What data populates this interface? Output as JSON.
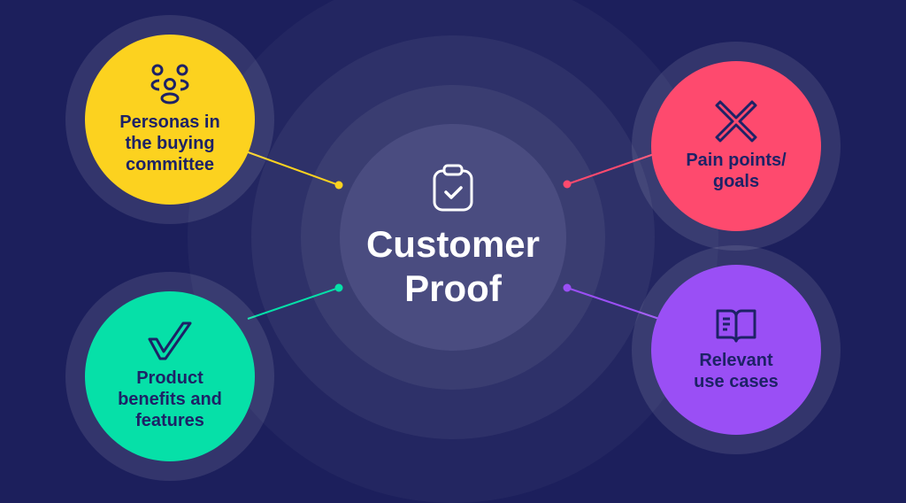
{
  "center": {
    "title_line1": "Customer",
    "title_line2": "Proof",
    "icon": "clipboard-check-icon"
  },
  "nodes": [
    {
      "id": "personas",
      "lines": [
        "Personas in",
        "the buying",
        "committee"
      ],
      "color": "#fcd21f",
      "icon": "people-group-icon"
    },
    {
      "id": "pain-points",
      "lines": [
        "Pain points/",
        "goals"
      ],
      "color": "#fe4a6e",
      "icon": "x-icon"
    },
    {
      "id": "product-benefits",
      "lines": [
        "Product",
        "benefits and",
        "features"
      ],
      "color": "#06e0a8",
      "icon": "checkmark-icon"
    },
    {
      "id": "use-cases",
      "lines": [
        "Relevant",
        "use cases"
      ],
      "color": "#9a4ff5",
      "icon": "open-book-icon"
    }
  ]
}
